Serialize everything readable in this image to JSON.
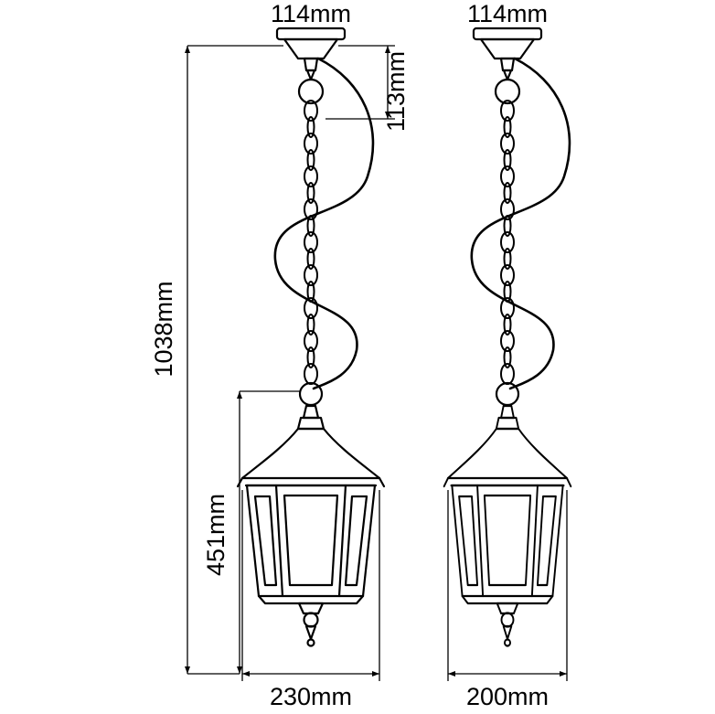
{
  "diagram": {
    "kind": "technical dimension drawing",
    "subject": "two hanging pendant lanterns with chain suspension and power cord",
    "lamps": [
      {
        "id": "left",
        "dimensions": {
          "canopy_width": "114mm",
          "canopy_to_ring_height": "113mm",
          "overall_height": "1038mm",
          "lantern_height": "451mm",
          "max_width": "230mm"
        }
      },
      {
        "id": "right",
        "dimensions": {
          "canopy_width": "114mm",
          "max_width": "200mm"
        }
      }
    ]
  },
  "labels": {
    "canopy_width_left": "114mm",
    "canopy_width_right": "114mm",
    "hook_height": "113mm",
    "overall_height": "1038mm",
    "lantern_height": "451mm",
    "width_left": "230mm",
    "width_right": "200mm"
  },
  "style": {
    "line_color": "#000000",
    "background": "#ffffff"
  }
}
